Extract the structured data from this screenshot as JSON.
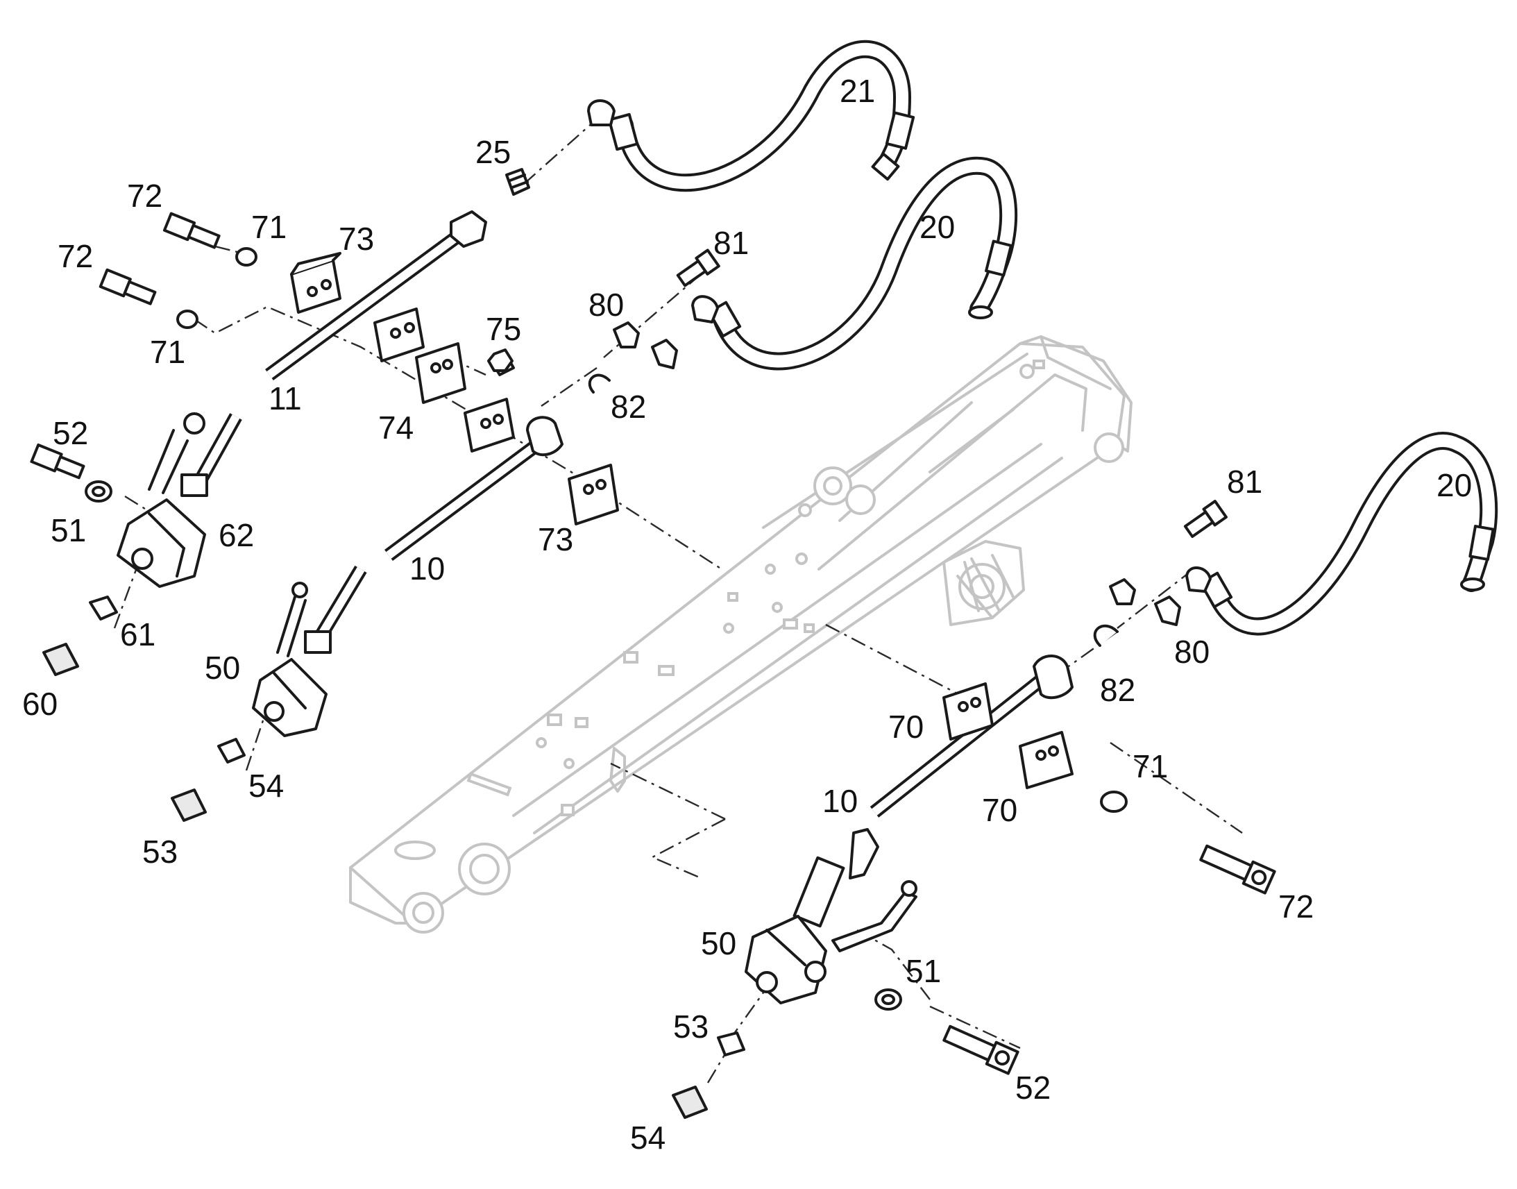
{
  "callouts": [
    {
      "id": "c-21",
      "text": "21"
    },
    {
      "id": "c-25",
      "text": "25"
    },
    {
      "id": "c-72a",
      "text": "72"
    },
    {
      "id": "c-71a",
      "text": "71"
    },
    {
      "id": "c-73a",
      "text": "73"
    },
    {
      "id": "c-72b",
      "text": "72"
    },
    {
      "id": "c-71b",
      "text": "71"
    },
    {
      "id": "c-11",
      "text": "11"
    },
    {
      "id": "c-81a",
      "text": "81"
    },
    {
      "id": "c-20a",
      "text": "20"
    },
    {
      "id": "c-80a",
      "text": "80"
    },
    {
      "id": "c-75",
      "text": "75"
    },
    {
      "id": "c-82a",
      "text": "82"
    },
    {
      "id": "c-74",
      "text": "74"
    },
    {
      "id": "c-52a",
      "text": "52"
    },
    {
      "id": "c-51a",
      "text": "51"
    },
    {
      "id": "c-62",
      "text": "62"
    },
    {
      "id": "c-73b",
      "text": "73"
    },
    {
      "id": "c-10a",
      "text": "10"
    },
    {
      "id": "c-61",
      "text": "61"
    },
    {
      "id": "c-60",
      "text": "60"
    },
    {
      "id": "c-50a",
      "text": "50"
    },
    {
      "id": "c-54a",
      "text": "54"
    },
    {
      "id": "c-53a",
      "text": "53"
    },
    {
      "id": "c-81b",
      "text": "81"
    },
    {
      "id": "c-20b",
      "text": "20"
    },
    {
      "id": "c-80b",
      "text": "80"
    },
    {
      "id": "c-82b",
      "text": "82"
    },
    {
      "id": "c-70a",
      "text": "70"
    },
    {
      "id": "c-71c",
      "text": "71"
    },
    {
      "id": "c-10b",
      "text": "10"
    },
    {
      "id": "c-70b",
      "text": "70"
    },
    {
      "id": "c-72c",
      "text": "72"
    },
    {
      "id": "c-50b",
      "text": "50"
    },
    {
      "id": "c-51b",
      "text": "51"
    },
    {
      "id": "c-53b",
      "text": "53"
    },
    {
      "id": "c-52b",
      "text": "52"
    },
    {
      "id": "c-54b",
      "text": "54"
    }
  ]
}
